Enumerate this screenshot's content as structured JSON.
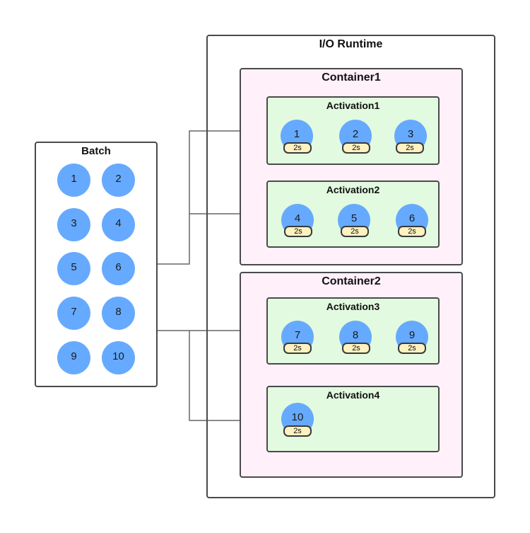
{
  "batch": {
    "title": "Batch",
    "items": [
      "1",
      "2",
      "3",
      "4",
      "5",
      "6",
      "7",
      "8",
      "9",
      "10"
    ]
  },
  "runtime": {
    "title": "I/O Runtime",
    "containers": [
      {
        "title": "Container1",
        "activations": [
          {
            "title": "Activation1",
            "items": [
              {
                "label": "1",
                "duration": "2s"
              },
              {
                "label": "2",
                "duration": "2s"
              },
              {
                "label": "3",
                "duration": "2s"
              }
            ]
          },
          {
            "title": "Activation2",
            "items": [
              {
                "label": "4",
                "duration": "2s"
              },
              {
                "label": "5",
                "duration": "2s"
              },
              {
                "label": "6",
                "duration": "2s"
              }
            ]
          }
        ]
      },
      {
        "title": "Container2",
        "activations": [
          {
            "title": "Activation3",
            "items": [
              {
                "label": "7",
                "duration": "2s"
              },
              {
                "label": "8",
                "duration": "2s"
              },
              {
                "label": "9",
                "duration": "2s"
              }
            ]
          },
          {
            "title": "Activation4",
            "items": [
              {
                "label": "10",
                "duration": "2s"
              }
            ]
          }
        ]
      }
    ]
  },
  "colors": {
    "item": "#66aaff",
    "container": "#fff0fa",
    "activation": "#e2fadf",
    "duration": "#fdf2c0",
    "border": "#4a4a4a"
  }
}
